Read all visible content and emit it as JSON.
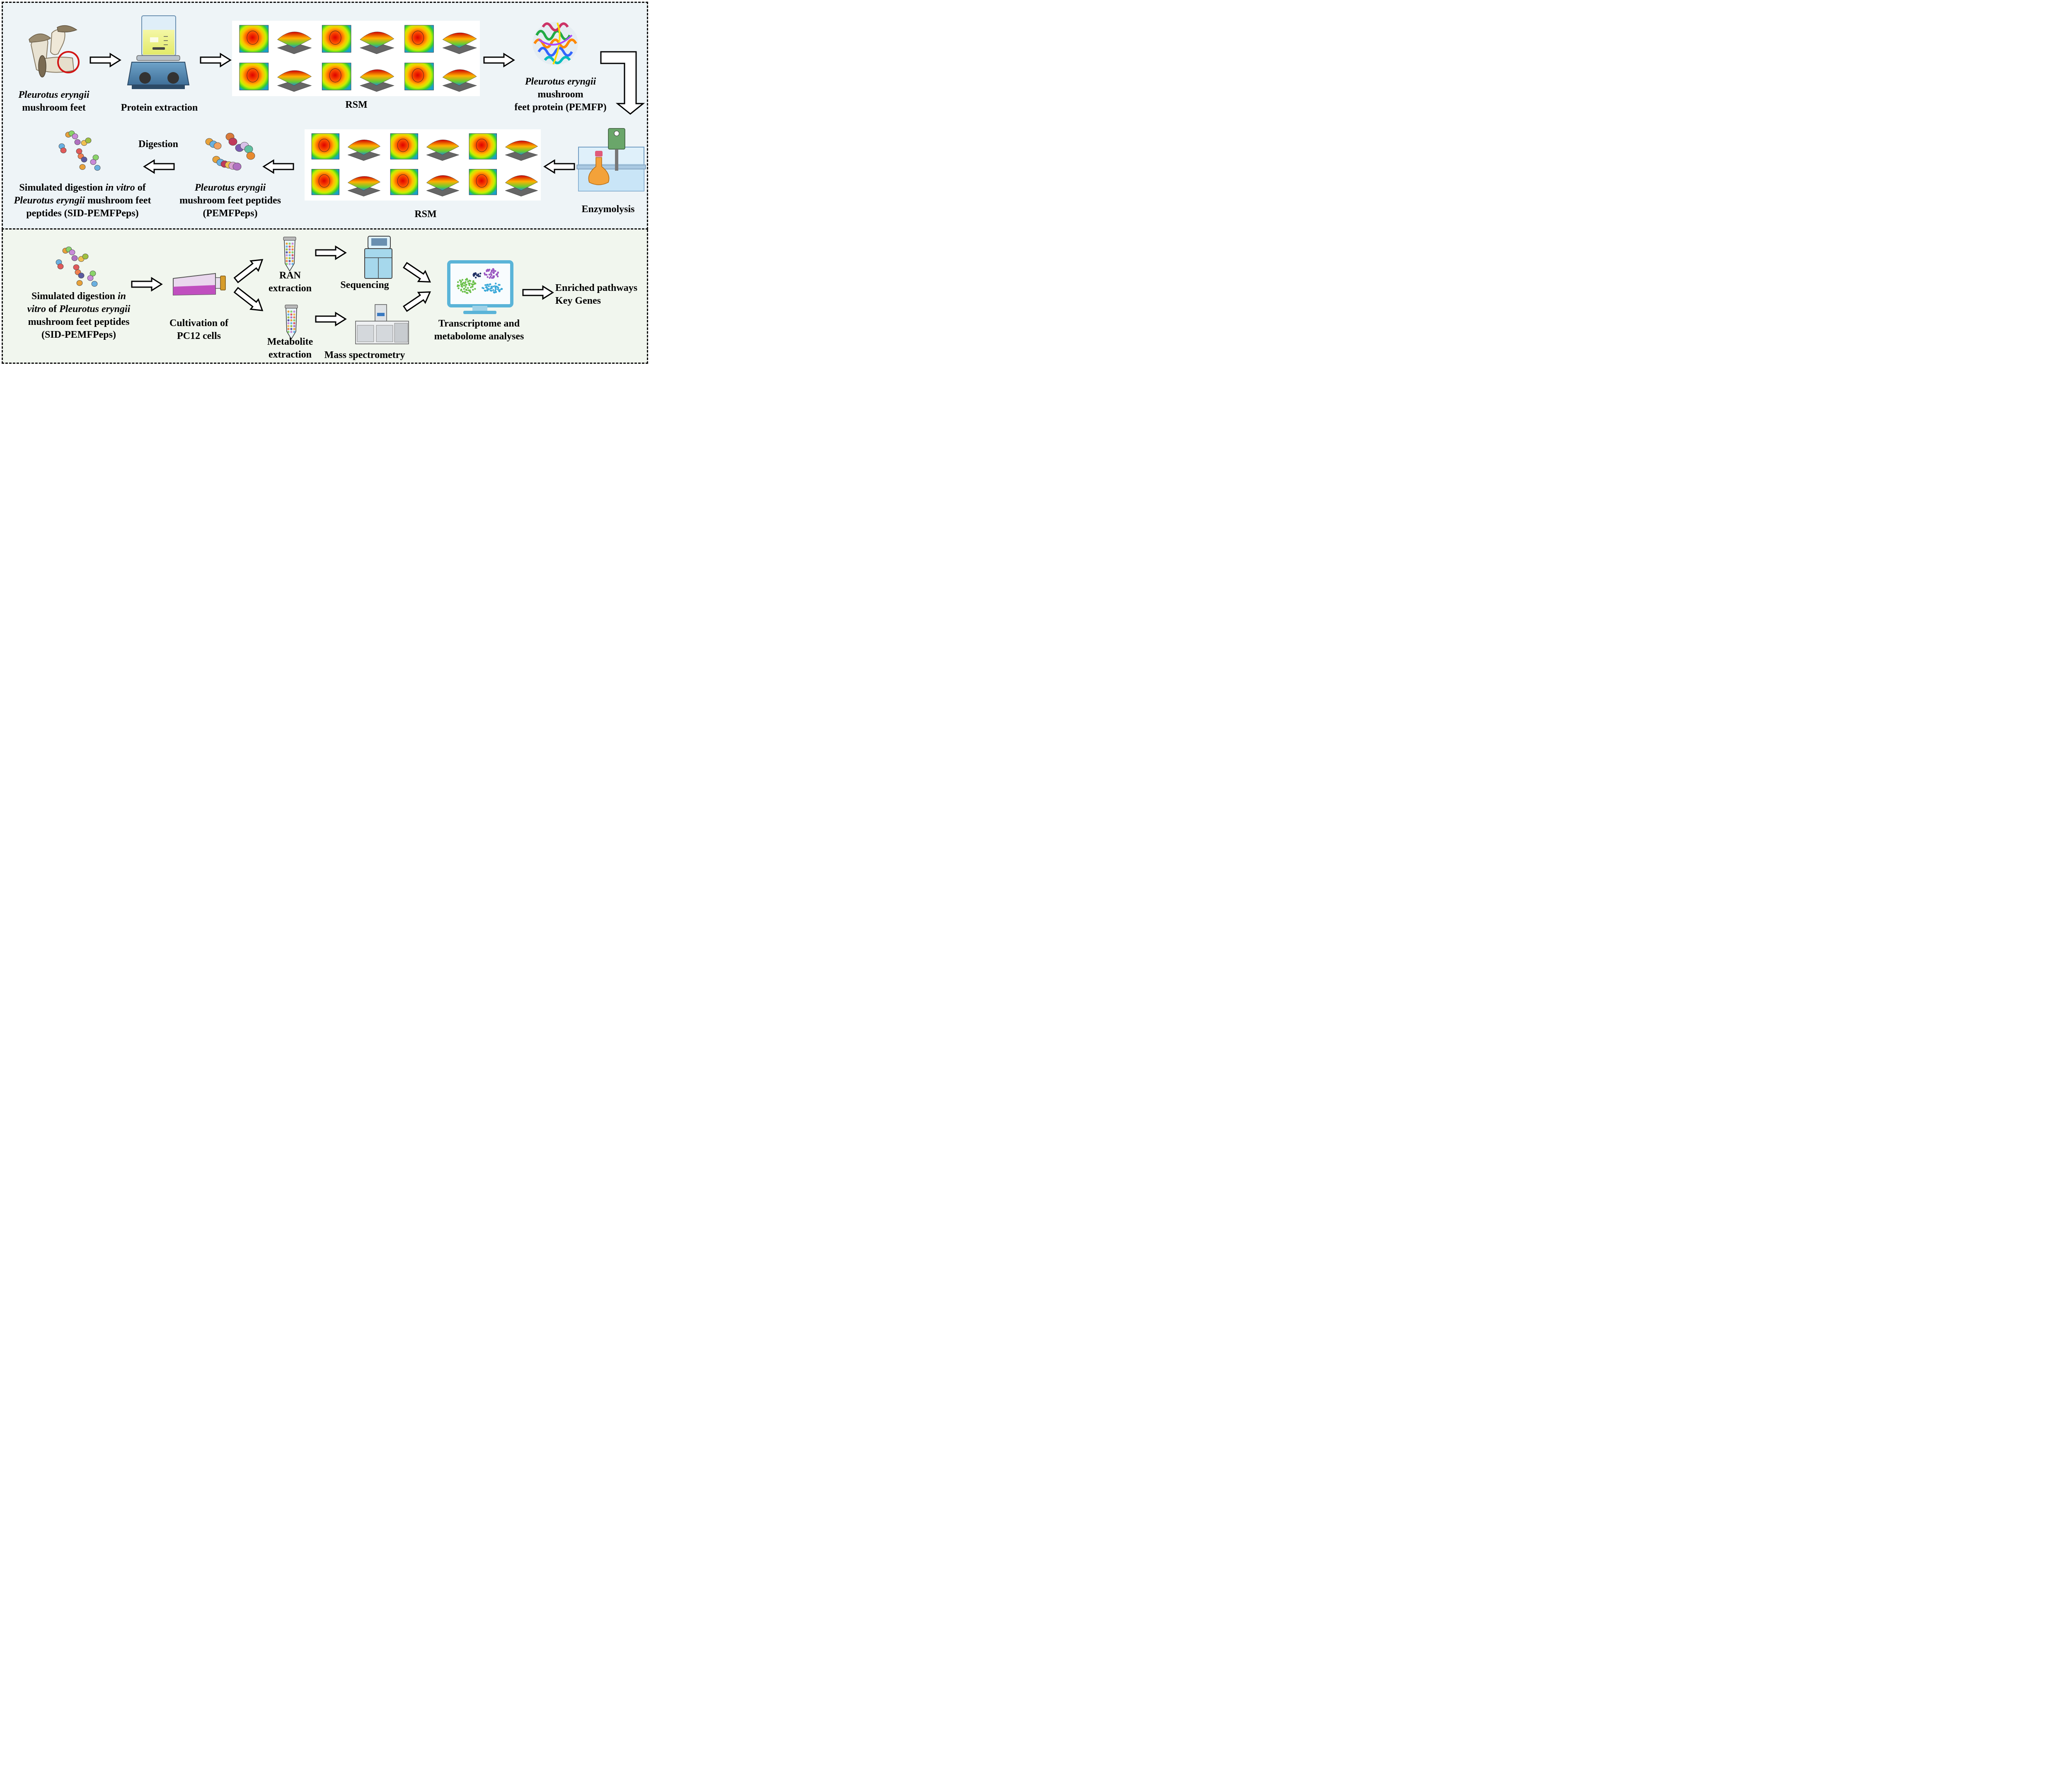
{
  "top_row": {
    "mushroom_label_line1": "Pleurotus eryngii",
    "mushroom_label_line2": "mushroom feet",
    "protein_extraction_label": "Protein extraction",
    "rsm_label_1": "RSM",
    "pemfp_label_line1": "Pleurotus eryngii",
    "pemfp_label_line2": "mushroom",
    "pemfp_label_line3": "feet protein (PEMFP)"
  },
  "middle_row": {
    "digestion_label": "Digestion",
    "sid_label_line1_a": "Simulated digestion",
    "sid_label_line1_b": "in vitro",
    "sid_label_line1_c": "of",
    "sid_label_line2_a": "Pleurotus eryngii",
    "sid_label_line2_b": "mushroom feet",
    "sid_label_line3": "peptides (SID-PEMFPeps)",
    "pemfpeps_label_line1": "Pleurotus eryngii",
    "pemfpeps_label_line2": "mushroom feet peptides",
    "pemfpeps_label_line3": "(PEMFPeps)",
    "rsm_label_2": "RSM",
    "enzymolysis_label": "Enzymolysis"
  },
  "bottom_row": {
    "sid_label_line1_a": "Simulated digestion",
    "sid_label_line1_b": "in",
    "sid_label_line2_a": "vitro",
    "sid_label_line2_b": "of",
    "sid_label_line2_c": "Pleurotus eryngii",
    "sid_label_line3": "mushroom feet peptides",
    "sid_label_line4": "(SID-PEMFPeps)",
    "cultivation_line1": "Cultivation of",
    "cultivation_line2": "PC12 cells",
    "ran_line1": "RAN",
    "ran_line2": "extraction",
    "metabolite_line1": "Metabolite",
    "metabolite_line2": "extraction",
    "sequencing_label": "Sequencing",
    "mass_spec_label": "Mass spectrometry",
    "analyses_line1": "Transcriptome and",
    "analyses_line2": "metabolome analyses",
    "result_line1": "Enriched pathways",
    "result_line2": "Key Genes"
  },
  "colors": {
    "top_panel_bg": "#eef4f7",
    "bottom_panel_bg": "#f1f6ee",
    "arrow_fill": "#ffffff",
    "arrow_stroke": "#000000",
    "highlight_circle": "#d21414"
  }
}
